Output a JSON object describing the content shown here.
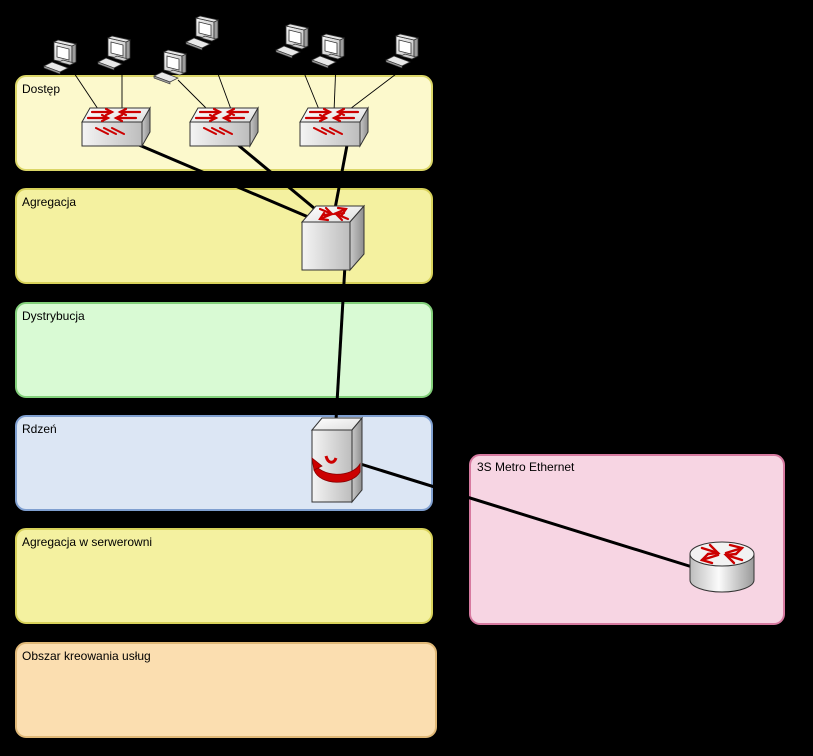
{
  "layers": [
    {
      "id": "dostep",
      "label": "Dostęp",
      "fill": "#fcf9cc",
      "stroke": "#dbd667"
    },
    {
      "id": "agregacja",
      "label": "Agregacja",
      "fill": "#f4f1a0",
      "stroke": "#d8d25a"
    },
    {
      "id": "dystrybucja",
      "label": "Dystrybucja",
      "fill": "#d9fad4",
      "stroke": "#82cf7a"
    },
    {
      "id": "rdzen",
      "label": "Rdzeń",
      "fill": "#dce6f4",
      "stroke": "#7f9fd0"
    },
    {
      "id": "agregacja-serwerownia",
      "label": "Agregacja w serwerowni",
      "fill": "#f4f1a0",
      "stroke": "#d8d25a"
    },
    {
      "id": "obszar-uslug",
      "label": "Obszar kreowania usług",
      "fill": "#fbdeb0",
      "stroke": "#e0b877"
    }
  ],
  "metro": {
    "label": "3S Metro Ethernet",
    "fill": "#f7d5e3",
    "stroke": "#d77aa0"
  },
  "colors": {
    "link": "#000000",
    "arrow": "#cc0000"
  }
}
